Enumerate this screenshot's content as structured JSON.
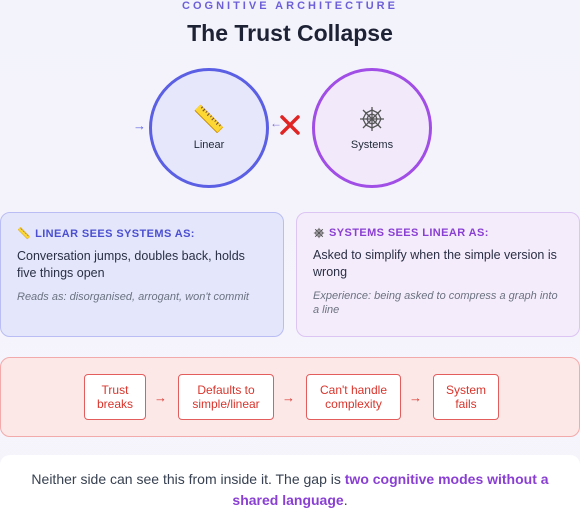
{
  "header": {
    "eyebrow": "COGNITIVE ARCHITECTURE",
    "title": "The Trust Collapse"
  },
  "nodes": {
    "linear": {
      "label": "Linear",
      "icon": "ruler-icon",
      "color": "#5b5fe3"
    },
    "systems": {
      "label": "Systems",
      "icon": "web-icon",
      "color": "#a04ee6"
    },
    "connector_icon": "cross-icon"
  },
  "cards": {
    "linear": {
      "title": "LINEAR SEES SYSTEMS AS:",
      "body": "Conversation jumps, doubles back, holds five things open",
      "note": "Reads as: disorganised, arrogant, won't commit"
    },
    "systems": {
      "title": "SYSTEMS SEES LINEAR AS:",
      "body": "Asked to simplify when the simple version is wrong",
      "note": "Experience: being asked to compress a graph into a line"
    }
  },
  "flow": {
    "steps": [
      "Trust breaks",
      "Defaults to simple/linear",
      "Can't handle complexity",
      "System fails"
    ],
    "accent": "#d9342b"
  },
  "footer": {
    "text_before": "Neither side can see this from inside it. The gap is ",
    "emphasis": "two cognitive modes without a shared language",
    "text_after": "."
  }
}
